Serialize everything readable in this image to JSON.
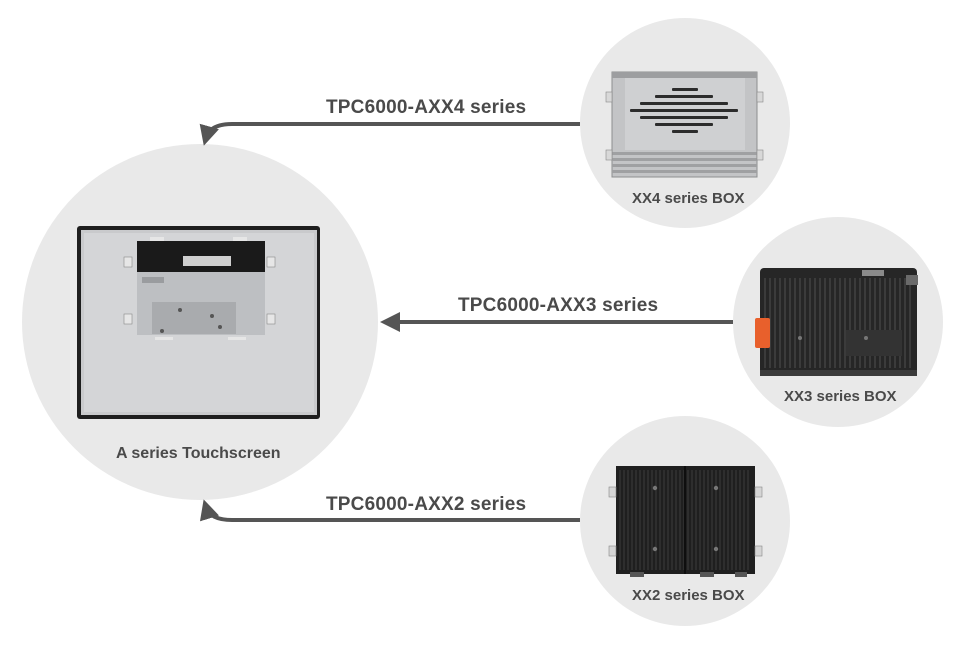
{
  "diagram": {
    "center": {
      "caption": "A series Touchscreen",
      "icon": "touchscreen-panel-rear-icon"
    },
    "boxes": [
      {
        "id": "xx4",
        "caption": "XX4 series BOX",
        "series_label": "TPC6000-AXX4 series",
        "icon": "silver-box-pc-icon"
      },
      {
        "id": "xx3",
        "caption": "XX3 series BOX",
        "series_label": "TPC6000-AXX3 series",
        "icon": "finned-heatsink-box-icon"
      },
      {
        "id": "xx2",
        "caption": "XX2 series BOX",
        "series_label": "TPC6000-AXX2 series",
        "icon": "black-fanless-box-icon"
      }
    ],
    "colors": {
      "circle_fill": "#e9e9e9",
      "arrow": "#555555",
      "text": "#4a4a4a",
      "accent_orange": "#e8602c"
    }
  }
}
